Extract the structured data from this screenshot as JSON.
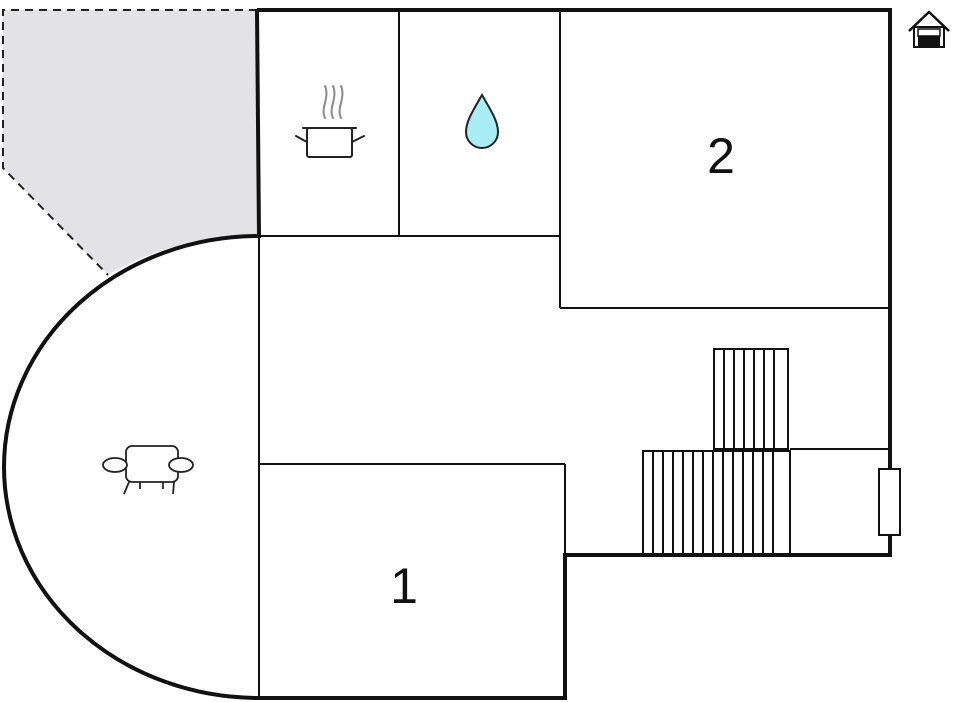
{
  "floor_plan": {
    "rooms": [
      {
        "id": "kitchen",
        "icon": "cooking-pot-icon"
      },
      {
        "id": "bathroom",
        "icon": "water-drop-icon"
      },
      {
        "id": "bedroom-2",
        "label": "2"
      },
      {
        "id": "living-room",
        "icon": "sofa-icon"
      },
      {
        "id": "bedroom-1",
        "label": "1"
      }
    ],
    "features": [
      "terrace-area",
      "staircase",
      "window",
      "house-entrance-icon"
    ],
    "colors": {
      "wall": "#111111",
      "terrace_fill": "#e3e3e6",
      "water_drop_fill": "#a9eef4",
      "background": "#ffffff"
    }
  }
}
